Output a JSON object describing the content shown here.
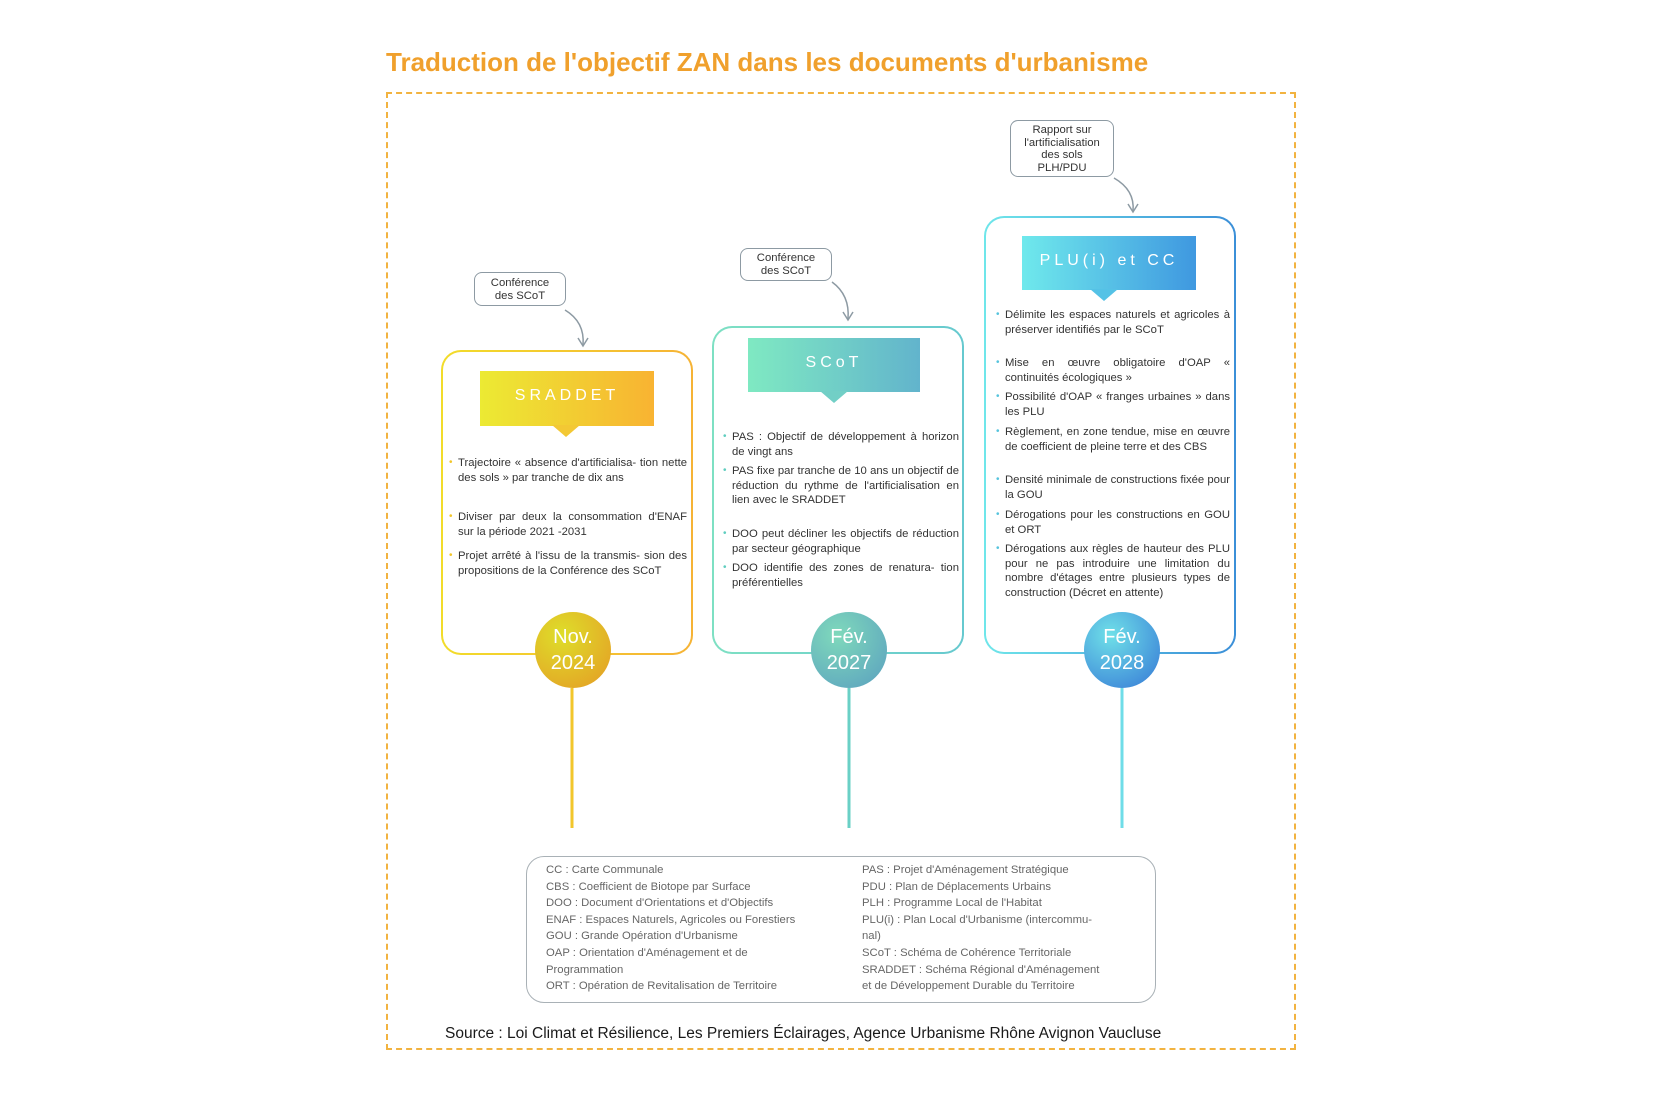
{
  "title": "Traduction de l'objectif ZAN dans les documents d'urbanisme",
  "stages": [
    {
      "banner": "SRADDET",
      "date_line1": "Nov.",
      "date_line2": "2024",
      "bubble_lines": [
        "Conférence",
        "des SCoT"
      ],
      "items": [
        "Trajectoire « absence d'artificialisa- tion nette des sols » par tranche de dix ans",
        "Diviser par deux la consommation d'ENAF sur la période 2021 -2031",
        "Projet arrêté à l'issu de la transmis- sion des propositions de la Conférence des SCoT"
      ]
    },
    {
      "banner": "SCoT",
      "date_line1": "Fév.",
      "date_line2": "2027",
      "bubble_lines": [
        "Conférence",
        "des SCoT"
      ],
      "items": [
        "PAS : Objectif de développement à horizon de vingt ans",
        "PAS fixe par tranche de 10 ans un objectif de réduction du rythme de l'artificialisation en lien avec le SRADDET",
        "DOO peut décliner les objectifs de réduction par secteur géographique",
        "DOO identifie des zones de renatura- tion préférentielles"
      ]
    },
    {
      "banner": "PLU(i) et CC",
      "date_line1": "Fév.",
      "date_line2": "2028",
      "bubble_lines": [
        "Rapport sur",
        "l'artificialisation",
        "des sols",
        "PLH/PDU"
      ],
      "items": [
        "Délimite les espaces naturels et agricoles à préserver identifiés par le SCoT",
        "Mise en œuvre obligatoire d'OAP « continuités écologiques »",
        "Possibilité d'OAP « franges urbaines » dans les PLU",
        "Règlement, en zone tendue, mise en œuvre de coefficient de pleine terre et des CBS",
        "Densité minimale de constructions fixée pour la GOU",
        "Dérogations pour les constructions en GOU et ORT",
        "Dérogations aux règles de hauteur des PLU pour ne pas introduire une limitation du nombre d'étages entre plusieurs types de construction (Décret en attente)"
      ]
    }
  ],
  "legend_left": [
    "CC : Carte Communale",
    "CBS : Coefficient de Biotope par Surface",
    "DOO : Document d'Orientations et d'Objectifs",
    "ENAF : Espaces Naturels, Agricoles ou Forestiers",
    "GOU : Grande Opération d'Urbanisme",
    "OAP : Orientation d'Aménagement et de",
    "Programmation",
    "ORT : Opération de Revitalisation de Territoire"
  ],
  "legend_right": [
    "PAS : Projet d'Aménagement Stratégique",
    "PDU : Plan de Déplacements Urbains",
    "PLH : Programme Local de l'Habitat",
    "PLU(i) : Plan Local d'Urbanisme (intercommu-",
    "nal)",
    "SCoT : Schéma de Cohérence Territoriale",
    "SRADDET : Schéma Régional d'Aménagement",
    "et de Développement Durable du Territoire"
  ],
  "source": "Source : Loi Climat et Résilience, Les Premiers Éclairages, Agence Urbanisme Rhône Avignon Vaucluse",
  "colors": {
    "title": "#f0a02c",
    "frame": "#f2b340",
    "stage1": "#f3c834",
    "stage2": "#6ad0c6",
    "stage3": "#4aa6e0"
  }
}
